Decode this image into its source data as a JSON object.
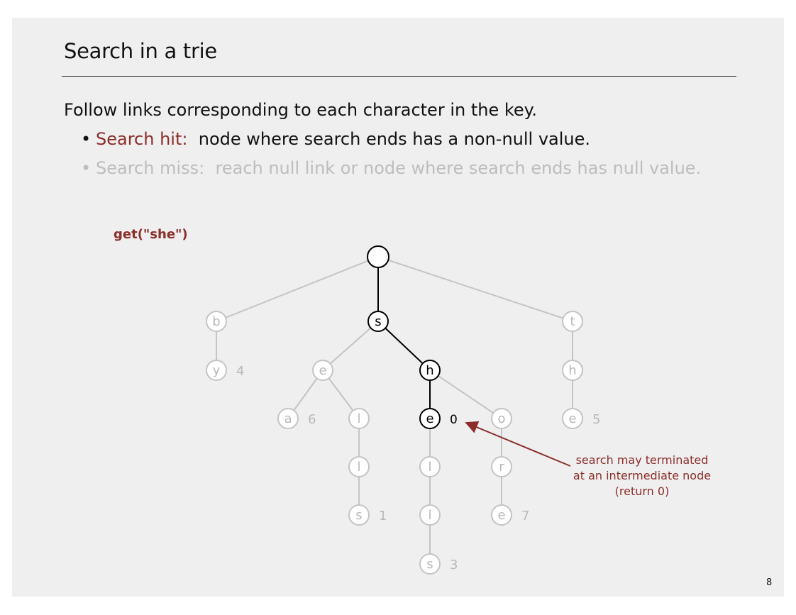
{
  "slide": {
    "title": "Search in a trie",
    "lead": "Follow links corresponding to each character in the key.",
    "bullets": [
      {
        "label": "Search hit:",
        "text": "node where search ends has a non-null value."
      },
      {
        "label": "Search miss:",
        "text": "reach null link or node where search ends has null value."
      }
    ],
    "query": "get(\"she\")",
    "annotation": [
      "search may terminated",
      "at an intermediate node",
      "(return 0)"
    ],
    "page_number": "8"
  },
  "trie": {
    "nodes": [
      {
        "id": "root",
        "char": "",
        "path": true
      },
      {
        "id": "b",
        "char": "b",
        "parent": "root"
      },
      {
        "id": "y",
        "char": "y",
        "parent": "b",
        "value": "4"
      },
      {
        "id": "s",
        "char": "s",
        "parent": "root",
        "path": true
      },
      {
        "id": "se",
        "char": "e",
        "parent": "s"
      },
      {
        "id": "sea",
        "char": "a",
        "parent": "se",
        "value": "6"
      },
      {
        "id": "sel",
        "char": "l",
        "parent": "se"
      },
      {
        "id": "sell",
        "char": "l",
        "parent": "sel"
      },
      {
        "id": "sells",
        "char": "s",
        "parent": "sell",
        "value": "1"
      },
      {
        "id": "sh",
        "char": "h",
        "parent": "s",
        "path": true
      },
      {
        "id": "she",
        "char": "e",
        "parent": "sh",
        "value": "0",
        "path": true
      },
      {
        "id": "shel",
        "char": "l",
        "parent": "she"
      },
      {
        "id": "shell",
        "char": "l",
        "parent": "shel"
      },
      {
        "id": "shells",
        "char": "s",
        "parent": "shell",
        "value": "3"
      },
      {
        "id": "sho",
        "char": "o",
        "parent": "sh"
      },
      {
        "id": "shor",
        "char": "r",
        "parent": "sho"
      },
      {
        "id": "shore",
        "char": "e",
        "parent": "shor",
        "value": "7"
      },
      {
        "id": "t",
        "char": "t",
        "parent": "root"
      },
      {
        "id": "th",
        "char": "h",
        "parent": "t"
      },
      {
        "id": "the",
        "char": "e",
        "parent": "th",
        "value": "5"
      }
    ]
  }
}
